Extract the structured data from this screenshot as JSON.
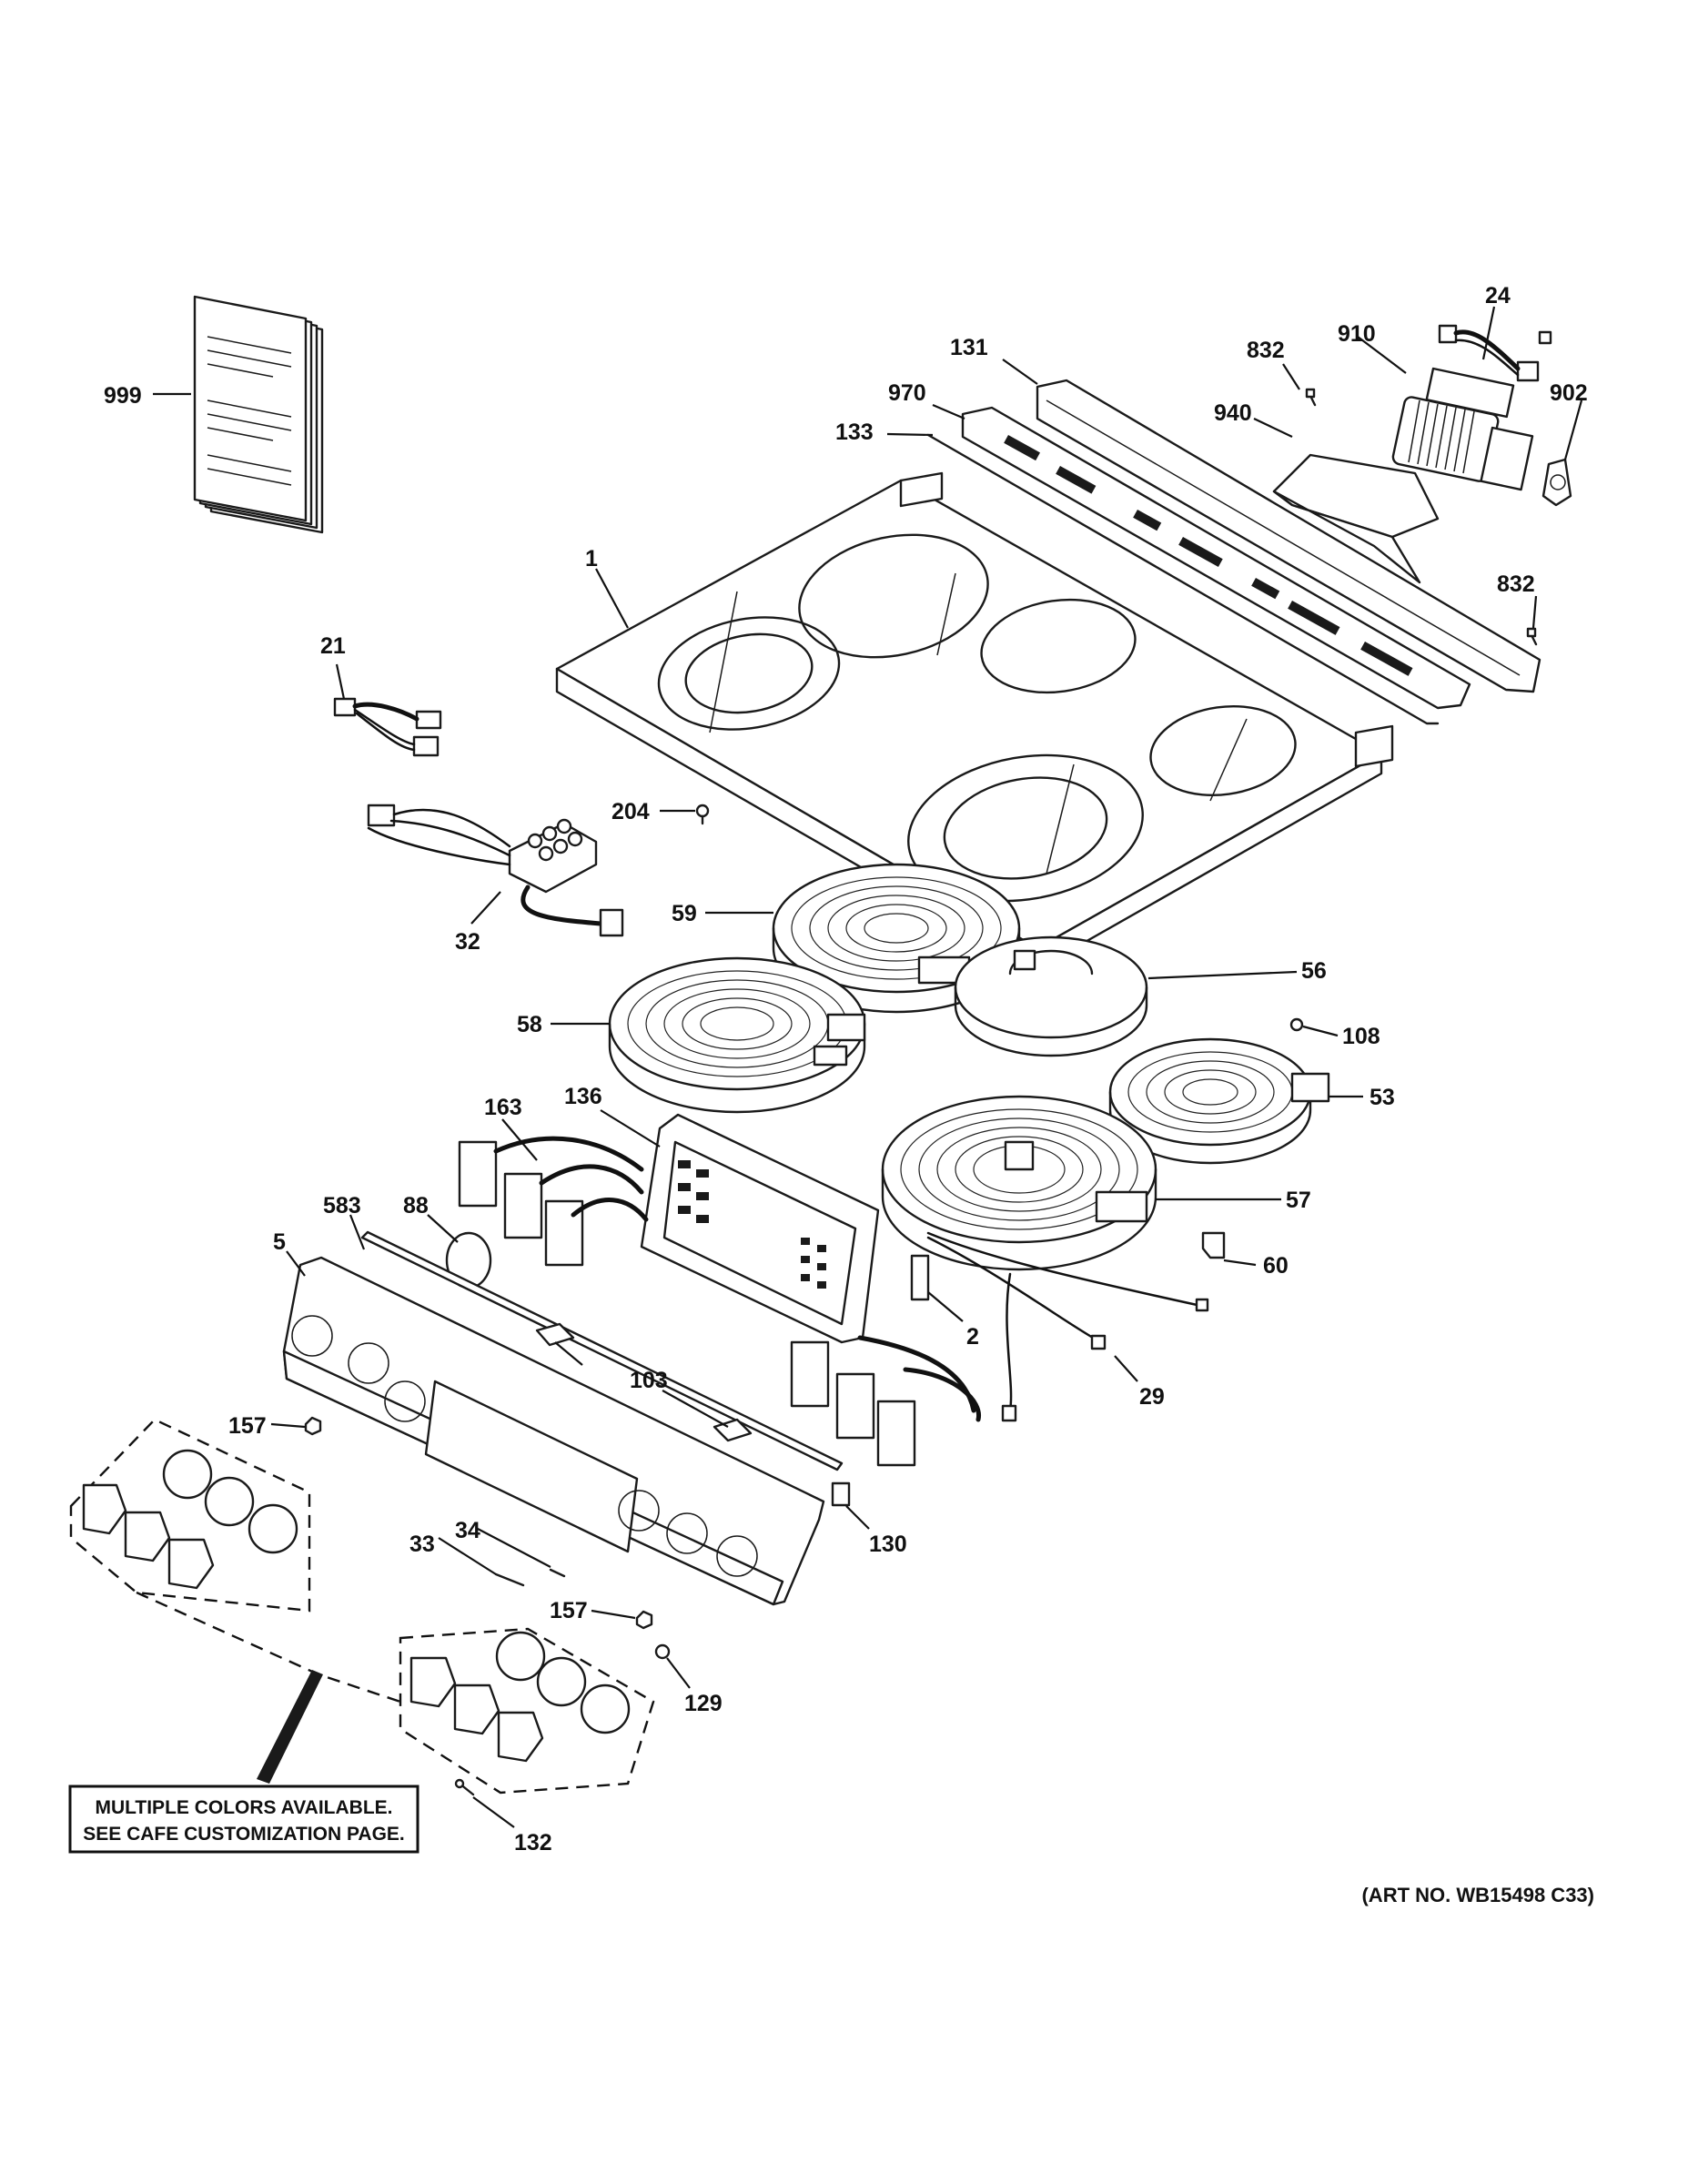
{
  "callouts": [
    {
      "id": "999",
      "text": "999"
    },
    {
      "id": "24",
      "text": "24"
    },
    {
      "id": "131",
      "text": "131"
    },
    {
      "id": "832a",
      "text": "832"
    },
    {
      "id": "910",
      "text": "910"
    },
    {
      "id": "902",
      "text": "902"
    },
    {
      "id": "970",
      "text": "970"
    },
    {
      "id": "940",
      "text": "940"
    },
    {
      "id": "133",
      "text": "133"
    },
    {
      "id": "1",
      "text": "1"
    },
    {
      "id": "832b",
      "text": "832"
    },
    {
      "id": "21",
      "text": "21"
    },
    {
      "id": "204",
      "text": "204"
    },
    {
      "id": "59",
      "text": "59"
    },
    {
      "id": "32",
      "text": "32"
    },
    {
      "id": "56",
      "text": "56"
    },
    {
      "id": "58",
      "text": "58"
    },
    {
      "id": "108",
      "text": "108"
    },
    {
      "id": "163",
      "text": "163"
    },
    {
      "id": "136",
      "text": "136"
    },
    {
      "id": "53",
      "text": "53"
    },
    {
      "id": "88",
      "text": "88"
    },
    {
      "id": "583",
      "text": "583"
    },
    {
      "id": "57",
      "text": "57"
    },
    {
      "id": "5",
      "text": "5"
    },
    {
      "id": "60",
      "text": "60"
    },
    {
      "id": "2",
      "text": "2"
    },
    {
      "id": "103",
      "text": "103"
    },
    {
      "id": "29",
      "text": "29"
    },
    {
      "id": "157a",
      "text": "157"
    },
    {
      "id": "130",
      "text": "130"
    },
    {
      "id": "33",
      "text": "33"
    },
    {
      "id": "34",
      "text": "34"
    },
    {
      "id": "157b",
      "text": "157"
    },
    {
      "id": "129",
      "text": "129"
    },
    {
      "id": "132",
      "text": "132"
    }
  ],
  "note": {
    "line1": "MULTIPLE COLORS AVAILABLE.",
    "line2": "SEE CAFE CUSTOMIZATION PAGE."
  },
  "art_number": "(ART NO. WB15498 C33)"
}
